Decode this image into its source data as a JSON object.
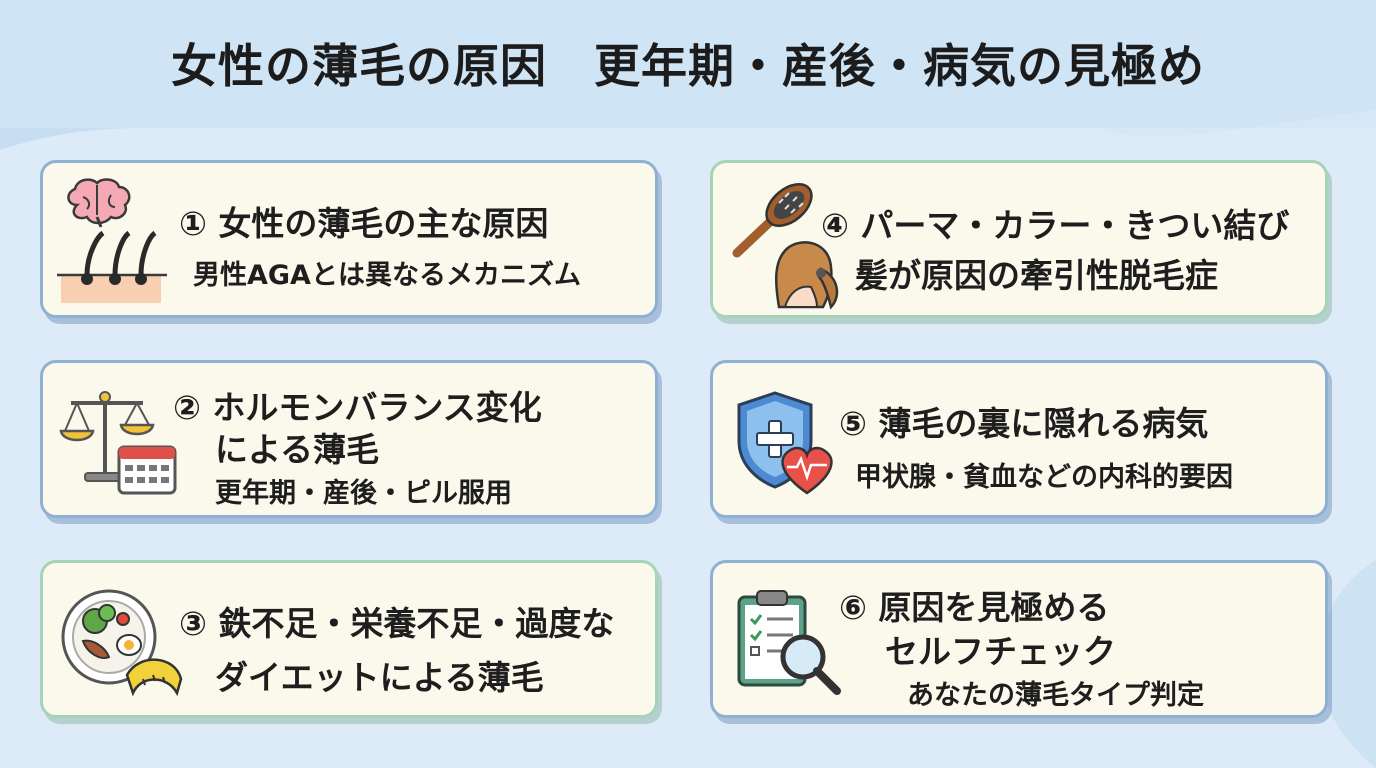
{
  "title": "女性の薄毛の原因　更年期・産後・病気の見極め",
  "cards": [
    {
      "heading": "① 女性の薄毛の主な原因",
      "sub": "男性AGAとは異なるメカニズム",
      "icon": "brain-hair-follicle-icon"
    },
    {
      "heading_line1": "② ホルモンバランス変化",
      "heading_line2": "による薄毛",
      "sub": "更年期・産後・ピル服用",
      "icon": "scale-calendar-icon"
    },
    {
      "heading_line1": "③ 鉄不足・栄養不足・過度な",
      "heading_line2": "ダイエットによる薄毛",
      "icon": "food-plate-measuring-tape-icon"
    },
    {
      "heading": "④ パーマ・カラー・きつい結び",
      "sub": "髪が原因の牽引性脱毛症",
      "icon": "hairbrush-ponytail-icon"
    },
    {
      "heading": "⑤ 薄毛の裏に隠れる病気",
      "sub": "甲状腺・貧血などの内科的要因",
      "icon": "medical-shield-heart-icon"
    },
    {
      "heading_line1": "⑥ 原因を見極める",
      "heading_line2": "セルフチェック",
      "sub": "あなたの薄毛タイプ判定",
      "icon": "clipboard-magnifier-icon"
    }
  ]
}
